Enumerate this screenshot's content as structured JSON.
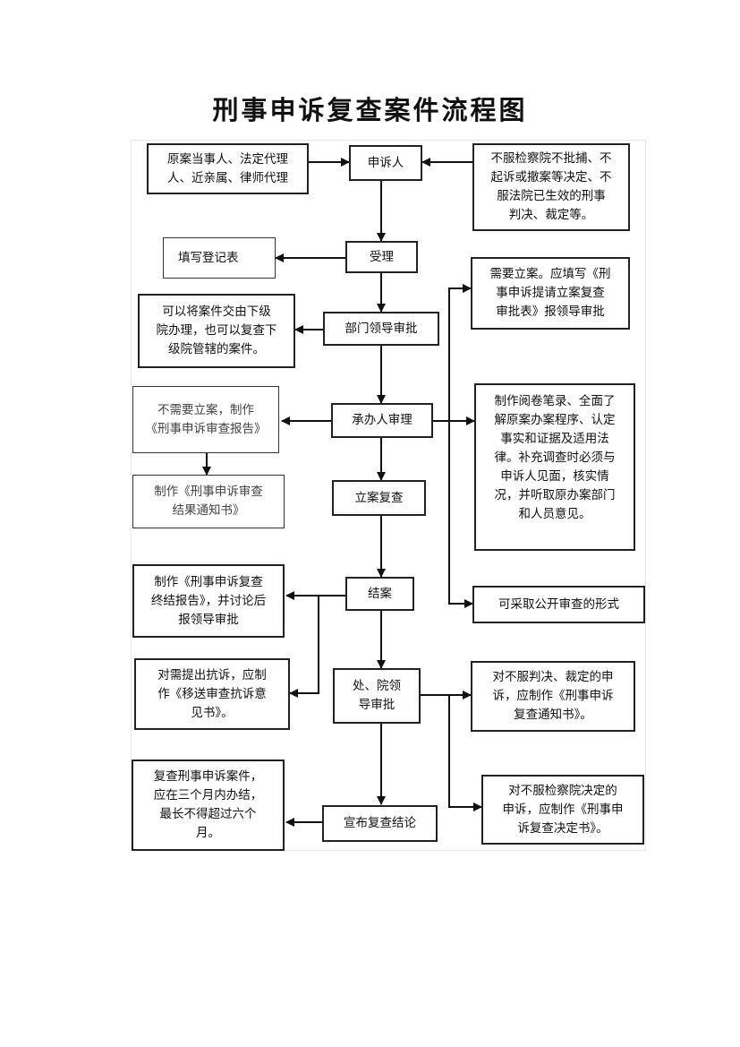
{
  "title": "刑事申诉复查案件流程图",
  "nodes": {
    "applicant_sources": "原案当事人、法定代理\n人、近亲属、律师代理",
    "applicant": "申诉人",
    "dissatisfied_decisions": "不服检察院不批捕、不\n起诉或撤案等决定、不\n服法院已生效的刑事\n判决、裁定等。",
    "register_form": "填写登记表",
    "accept": "受理",
    "need_filing": "需要立案。应填写《刑\n事申诉提请立案复查\n审批表》报领导审批",
    "delegate_lower": "可以将案件交由下级\n院办理，也可以复查下\n级院管辖的案件。",
    "dept_approval": "部门领导审批",
    "no_filing_report": "不需要立案，制作\n《刑事申诉审查报告》",
    "handler_review": "承办人审理",
    "review_notes": "制作阅卷笔录、全面了\n解原案办案程序、认定\n事实和证据及适用法\n律。补充调查时必须与\n申诉人见面，核实情\n况，并听取原办案部门\n和人员意见。",
    "result_notice": "制作《刑事申诉审查\n结果通知书》",
    "filing_review": "立案复查",
    "final_report": "制作《刑事申诉复查\n终结报告》，并讨论后\n报领导审批",
    "close_case": "结案",
    "public_review": "可采取公开审查的形式",
    "protest_opinion": "对需提出抗诉，应制\n作《移送审查抗诉意\n见书》。",
    "office_approval": "处、院领\n导审批",
    "review_notice": "对不服判决、裁定的申\n诉，应制作《刑事申诉\n复查通知书》。",
    "time_limit": "复查刑事申诉案件，\n应在三个月内办结，\n最长不得超过六个\n月。",
    "announce": "宣布复查结论",
    "review_decision": "对不服检察院决定的\n申诉，应制作《刑事申\n诉复查决定书》。"
  }
}
